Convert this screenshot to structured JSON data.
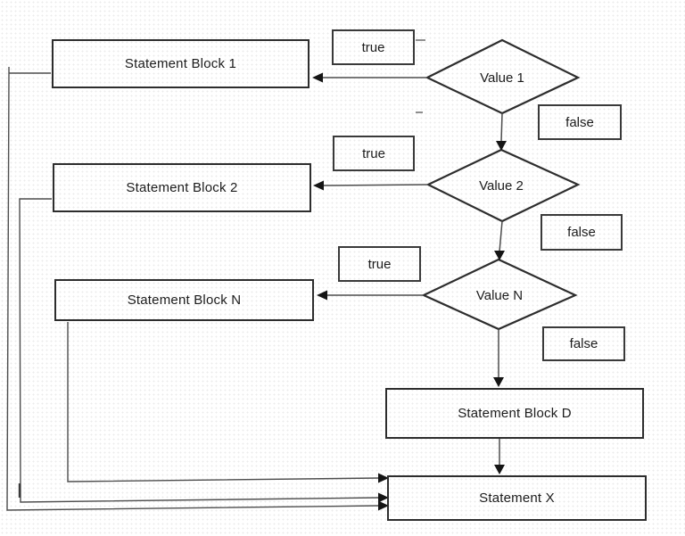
{
  "diagram": {
    "type": "flowchart",
    "description": "else-if / switch-case decision flow",
    "statement_blocks": [
      {
        "id": "block1",
        "label": "Statement Block 1"
      },
      {
        "id": "block2",
        "label": "Statement Block 2"
      },
      {
        "id": "blockN",
        "label": "Statement Block N"
      },
      {
        "id": "blockD",
        "label": "Statement Block D"
      },
      {
        "id": "blockX",
        "label": "Statement X"
      }
    ],
    "decisions": [
      {
        "id": "value1",
        "label": "Value 1"
      },
      {
        "id": "value2",
        "label": "Value 2"
      },
      {
        "id": "valueN",
        "label": "Value N"
      }
    ],
    "branch_labels": [
      {
        "id": "true1",
        "label": "true"
      },
      {
        "id": "true2",
        "label": "true"
      },
      {
        "id": "true3",
        "label": "true"
      },
      {
        "id": "false1",
        "label": "false"
      },
      {
        "id": "false2",
        "label": "false"
      },
      {
        "id": "false3",
        "label": "false"
      }
    ],
    "colors": {
      "shape_stroke": "#2d2d2d",
      "connector": "#4d4d4d",
      "arrowhead": "#151515",
      "background": "#ffffff",
      "text": "#1c1c1c"
    }
  }
}
